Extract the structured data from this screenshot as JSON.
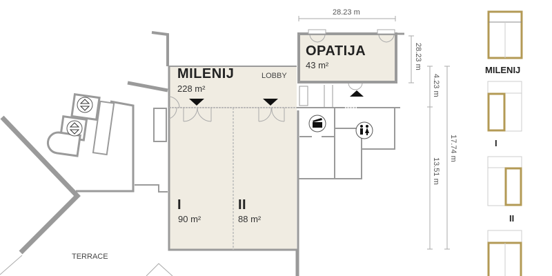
{
  "rooms": {
    "milenij": {
      "name": "MILENIJ",
      "area": "228 m²"
    },
    "lobby": {
      "name": "LOBBY"
    },
    "room_1": {
      "name": "I",
      "area": "90 m²"
    },
    "room_2": {
      "name": "II",
      "area": "88 m²"
    },
    "opatija": {
      "name": "OPATIJA",
      "area": "43 m²"
    },
    "terrace": {
      "name": "TERRACE"
    }
  },
  "dimensions": {
    "opatija_width": "28.23 m",
    "opatija_depth": "28.23 m",
    "lobby_depth": "4.23 m",
    "hall_depth": "13.51 m",
    "total_depth": "17.74 m"
  },
  "legend": [
    {
      "label": "MILENIJ",
      "highlight": "full"
    },
    {
      "label": "I",
      "highlight": "left"
    },
    {
      "label": "II",
      "highlight": "right"
    },
    {
      "label": "",
      "highlight": "full-hall"
    }
  ],
  "colors": {
    "room_fill": "#f0ece2",
    "wall": "#9a9a9a",
    "highlight": "#b39a55"
  }
}
